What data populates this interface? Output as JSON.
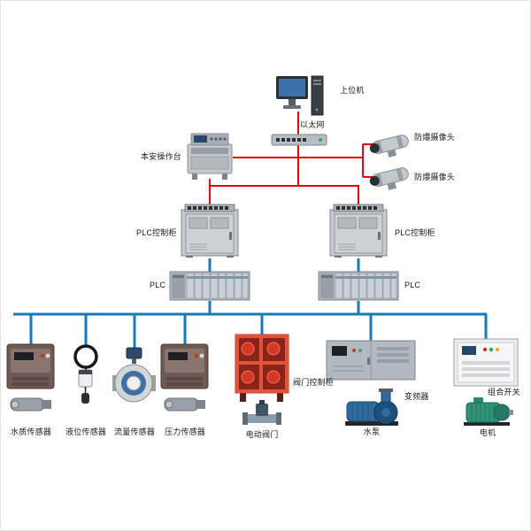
{
  "diagram": {
    "colors": {
      "control_line": "#e60012",
      "field_bus": "#1779b8"
    },
    "nodes": {
      "host_computer": {
        "label": "上位机"
      },
      "ethernet": {
        "label": "以太网"
      },
      "console": {
        "label": "本安操作台"
      },
      "camera_top": {
        "label": "防爆摄像头"
      },
      "camera_bottom": {
        "label": "防爆摄像头"
      },
      "plc_cabinet_left": {
        "label": "PLC控制柜"
      },
      "plc_cabinet_right": {
        "label": "PLC控制柜"
      },
      "plc_left": {
        "label": "PLC"
      },
      "plc_right": {
        "label": "PLC"
      },
      "water_quality_sensor": {
        "label": "水质传感器"
      },
      "level_sensor": {
        "label": "液位传感器"
      },
      "flow_sensor": {
        "label": "流量传感器"
      },
      "pressure_sensor": {
        "label": "压力传感器"
      },
      "valve_control_cabinet": {
        "label": "阀门控制柜"
      },
      "electric_valve": {
        "label": "电动阀门"
      },
      "inverter": {
        "label": "变频器"
      },
      "water_pump": {
        "label": "水泵"
      },
      "combination_switch": {
        "label": "组合开关"
      },
      "motor": {
        "label": "电机"
      }
    }
  }
}
